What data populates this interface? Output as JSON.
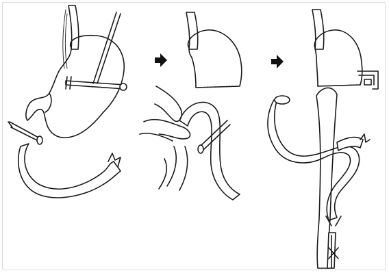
{
  "figure": {
    "panels": [
      {
        "id": "panel-1"
      },
      {
        "id": "panel-2"
      },
      {
        "id": "panel-3"
      }
    ],
    "arrows": [
      {
        "direction": "right"
      },
      {
        "direction": "right"
      }
    ],
    "colors": {
      "ink": "#1a1a1a",
      "background": "#ffffff",
      "frame": "#dcdcdc"
    }
  }
}
